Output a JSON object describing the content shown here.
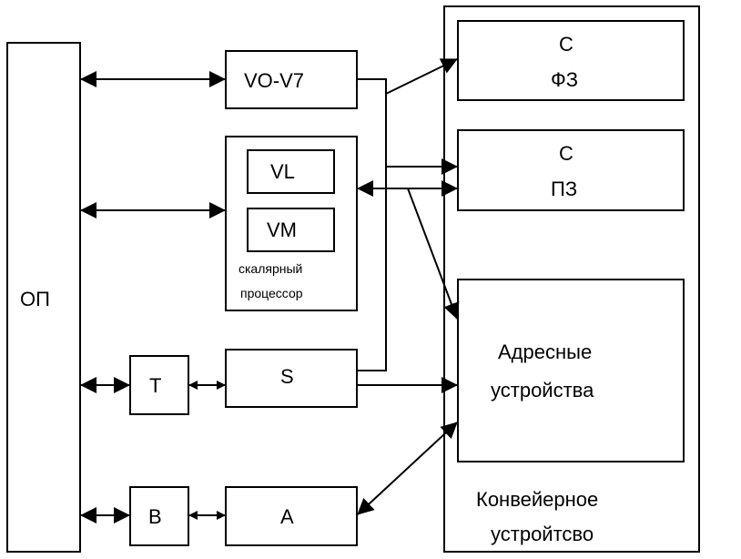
{
  "diagram": {
    "blocks": {
      "op": "ОП",
      "vo_v7": "VO-V7",
      "vl": "VL",
      "vm": "VM",
      "scalar_line1": "скалярный",
      "scalar_line2": "процессор",
      "t": "T",
      "s": "S",
      "b": "B",
      "a": "A",
      "sfz_line1": "С",
      "sfz_line2": "ФЗ",
      "spz_line1": "С",
      "spz_line2": "ПЗ",
      "addr_line1": "Адресные",
      "addr_line2": "устройства",
      "pipeline_line1": "Конвейерное",
      "pipeline_line2": "устройтсво"
    }
  }
}
